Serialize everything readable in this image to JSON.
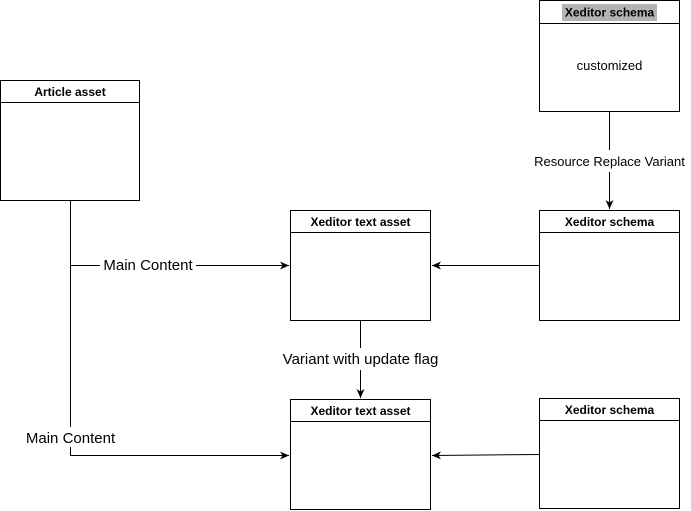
{
  "colors": {
    "stroke": "#000000",
    "header_highlight": "#b3b3b3",
    "background": "#ffffff"
  },
  "nodes": {
    "article_asset": {
      "title": "Article asset"
    },
    "schema_custom": {
      "title": "Xeditor schema",
      "body": "customized"
    },
    "text_asset_1": {
      "title": "Xeditor text asset"
    },
    "schema_1": {
      "title": "Xeditor schema"
    },
    "text_asset_2": {
      "title": "Xeditor text asset"
    },
    "schema_2": {
      "title": "Xeditor schema"
    }
  },
  "edges": {
    "resource_replace": {
      "label": "Resource Replace Variant"
    },
    "main_content_1": {
      "label": "Main Content"
    },
    "variant_update": {
      "label": "Variant with update flag"
    },
    "main_content_2": {
      "label": "Main Content"
    }
  }
}
